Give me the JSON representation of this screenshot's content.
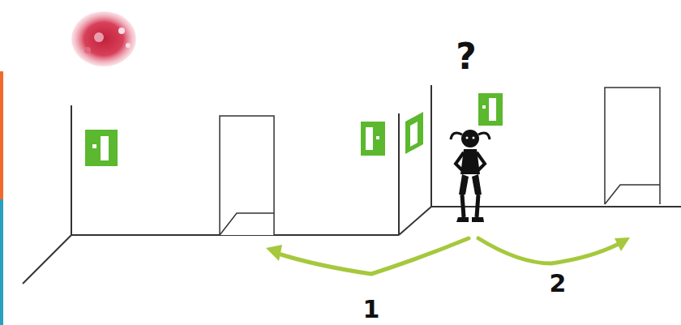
{
  "diagram": {
    "labels": [
      "?",
      "1",
      "2"
    ]
  }
}
